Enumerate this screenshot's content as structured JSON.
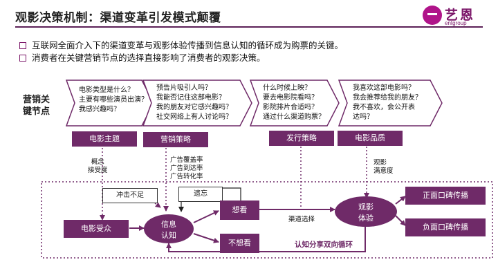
{
  "title": "观影决策机制：渠道变革引发模式颠覆",
  "logo": {
    "name": "艺恩",
    "sub": "entgroup"
  },
  "bullets": [
    "互联网全面介入下的渠道变革与观影体验传播到信息认知的循环成为购票的关键。",
    "消费者在关键营销节点的选择直接影响了消费者的观影决策。"
  ],
  "marketing_nodes_label": [
    "营销关",
    "键节点"
  ],
  "stages": [
    {
      "questions": [
        "电影类型是什么？",
        "主要有哪些演员出演？",
        "我感兴趣吗？"
      ],
      "tag": "电影主题"
    },
    {
      "questions": [
        "预告片吸引人吗？",
        "我能否记住这部电影？",
        "我的朋友对它感兴趣吗？",
        "社交网络上有人讨论吗？"
      ],
      "tag": "营销策略"
    },
    {
      "questions": [
        "什么时候上映？",
        "要去电影院看吗？",
        "影院排片合适吗？",
        "通过什么渠道购票？"
      ],
      "tag": "发行策略"
    },
    {
      "questions": [
        "我喜欢这部电影吗？",
        "我会推荐给我的朋友？",
        "我不喜欢，会公开表",
        "达吗？"
      ],
      "tag": "电影品质"
    }
  ],
  "annotations": {
    "concept": [
      "概念",
      "接受度"
    ],
    "ad": [
      "广告覆盖率",
      "广告到达率",
      "广告转化率"
    ],
    "satisfaction": [
      "观影",
      "满意度"
    ],
    "channel": "渠道选择",
    "loop": "认知分享双向循环"
  },
  "flow": {
    "audience": "电影受众",
    "impact_low": "冲击不足",
    "forget": "遗忘",
    "info": [
      "信息",
      "认知"
    ],
    "want": "想看",
    "not_want": "不想看",
    "experience": [
      "观影",
      "体验"
    ],
    "positive": "正面口碑传播",
    "negative": "负面口碑传播"
  },
  "colors": {
    "primary": "#6f2a68",
    "accent": "#b0148a"
  }
}
